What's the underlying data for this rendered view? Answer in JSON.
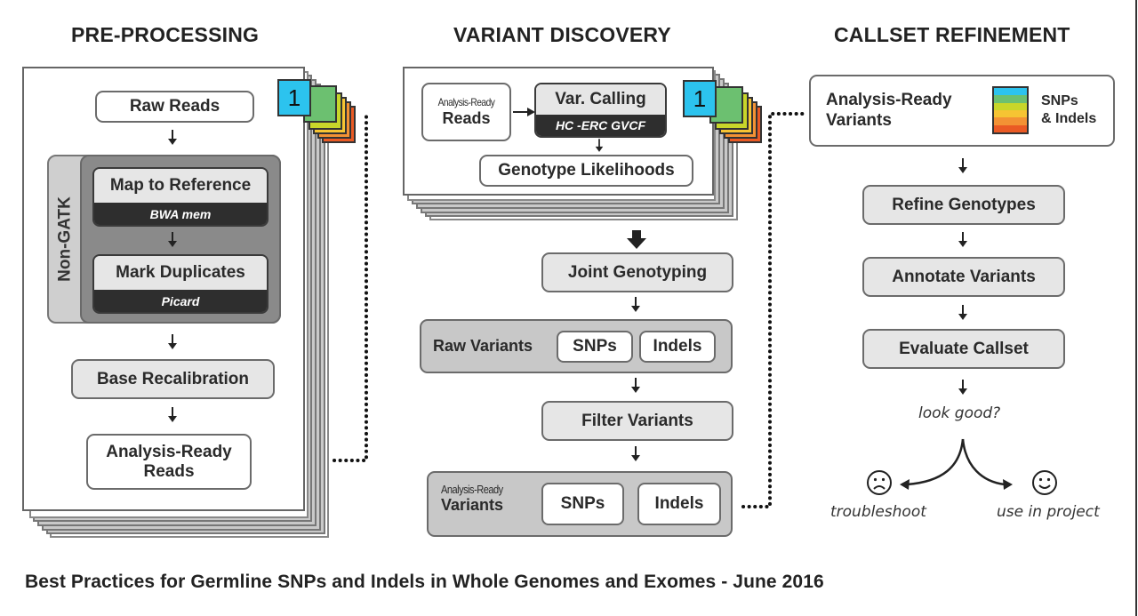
{
  "sections": {
    "preprocessing": {
      "title": "PRE-PROCESSING",
      "sample_tab": "1",
      "raw_reads": "Raw Reads",
      "non_gatk_label": "Non-GATK",
      "map_to_reference": {
        "step": "Map to Reference",
        "tool": "BWA mem"
      },
      "mark_duplicates": {
        "step": "Mark Duplicates",
        "tool": "Picard"
      },
      "base_recalibration": "Base Recalibration",
      "analysis_ready_reads": {
        "line1": "Analysis-Ready",
        "line2": "Reads"
      }
    },
    "variant_discovery": {
      "title": "VARIANT DISCOVERY",
      "sample_tab": "1",
      "input": {
        "line1": "Analysis-Ready",
        "line2": "Reads"
      },
      "var_calling": {
        "step": "Var. Calling",
        "tool": "HC -ERC GVCF"
      },
      "genotype_likelihoods": "Genotype Likelihoods",
      "joint_genotyping": "Joint Genotyping",
      "raw_variants": {
        "label": "Raw Variants",
        "snps": "SNPs",
        "indels": "Indels"
      },
      "filter_variants": "Filter Variants",
      "analysis_ready_variants": {
        "line1": "Analysis-Ready",
        "line2": "Variants",
        "snps": "SNPs",
        "indels": "Indels"
      }
    },
    "callset_refinement": {
      "title": "CALLSET REFINEMENT",
      "input": {
        "line1": "Analysis-Ready",
        "line2": "Variants",
        "legend_line1": "SNPs",
        "legend_line2": "& Indels"
      },
      "refine_genotypes": "Refine Genotypes",
      "annotate_variants": "Annotate Variants",
      "evaluate_callset": "Evaluate Callset",
      "decision": "look good?",
      "bad_outcome": "troubleshoot",
      "good_outcome": "use in project"
    }
  },
  "sample_colors": [
    "#2cc3ee",
    "#6cc070",
    "#c8d62a",
    "#f6c433",
    "#f39234",
    "#ea5a24"
  ],
  "caption": "Best Practices for Germline SNPs and Indels in Whole Genomes and Exomes - June 2016"
}
